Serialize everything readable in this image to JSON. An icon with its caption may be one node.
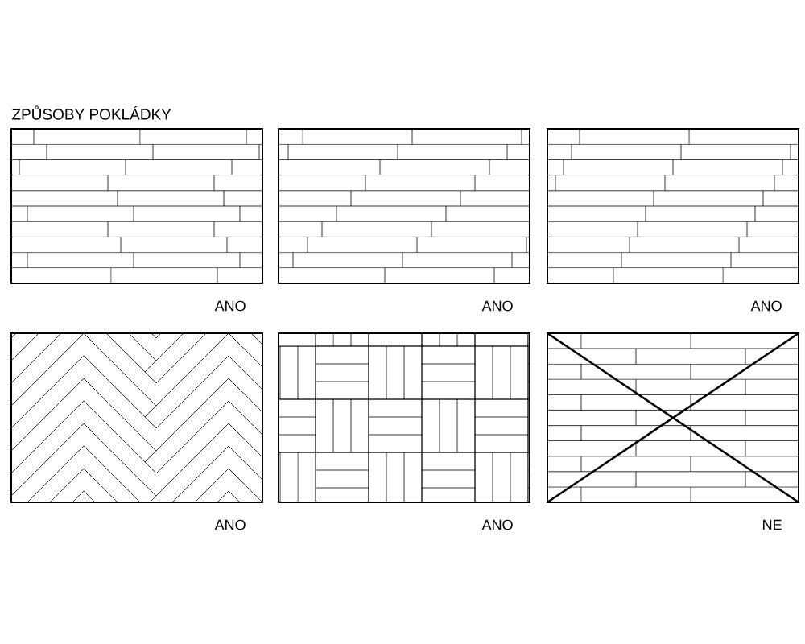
{
  "diagram": {
    "title": "ZPŮSOBY POKLÁDKY",
    "labels": [
      "ANO",
      "ANO",
      "ANO",
      "ANO",
      "ANO",
      "NE"
    ]
  }
}
